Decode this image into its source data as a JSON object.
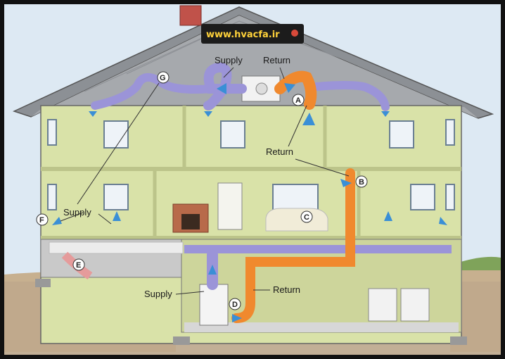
{
  "watermark": {
    "text": "www.hvacfa.ir"
  },
  "labels": {
    "supply_attic": "Supply",
    "return_attic": "Return",
    "return_mid": "Return",
    "supply_left": "Supply",
    "supply_basement": "Supply",
    "return_basement": "Return"
  },
  "markers": {
    "a": "A",
    "b": "B",
    "c": "C",
    "d": "D",
    "e": "E",
    "f": "F",
    "g": "G"
  },
  "colors": {
    "supply_duct": "#9b94d8",
    "return_duct": "#f0892e",
    "wall": "#d6e0a0",
    "roof": "#9a9ea3",
    "attic": "#a7aaae",
    "sky": "#dde9f3",
    "ground": "#bfa98c"
  }
}
